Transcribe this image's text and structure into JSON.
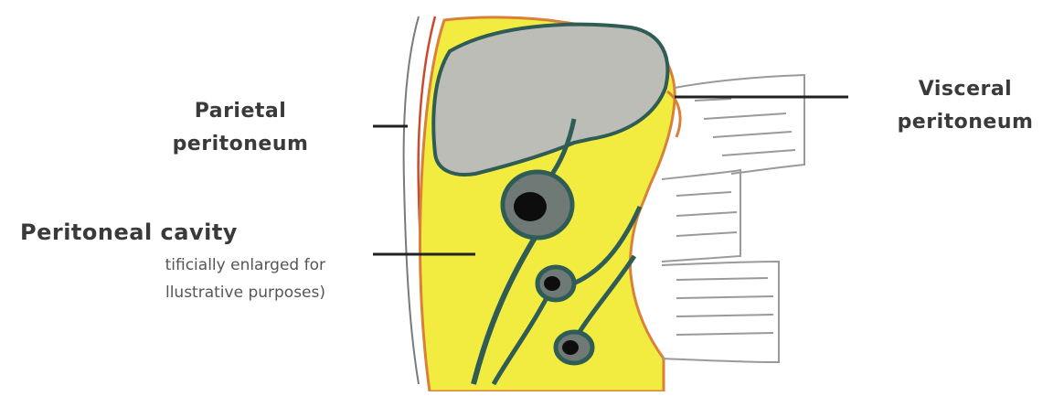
{
  "labels": {
    "parietal": [
      "Parietal",
      "peritoneum"
    ],
    "visceral": [
      "Visceral",
      "peritoneum"
    ],
    "cavity": "Peritoneal cavity",
    "cavity_note": [
      "tificially enlarged for",
      "llustrative purposes)"
    ]
  },
  "colors": {
    "cavity_fill": "#f3ec40",
    "organ_fill": "#bdbdb8",
    "membrane_outline": "#2f5d55",
    "parietal_line": "#d9803a",
    "leader_line": "#222222",
    "spine_lines": "#9a9a9a"
  }
}
